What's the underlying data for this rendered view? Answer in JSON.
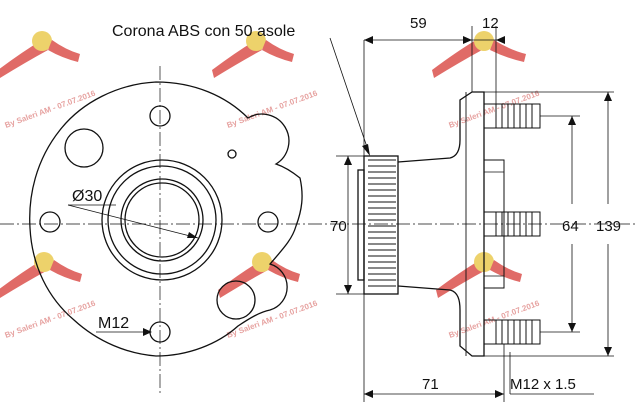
{
  "labels": {
    "abs_ring": "Corona ABS con 50 asole",
    "bearing_diameter": "Ø30",
    "stud_front": "M12",
    "stud_thread": "M12 x 1.5"
  },
  "dimensions": {
    "top_left": "59",
    "top_right": "12",
    "abs_height": "70",
    "pcd": "64",
    "flange": "139",
    "total_length": "71"
  },
  "watermark": {
    "text": "By Saleri AM - 07.07.2016"
  },
  "colors": {
    "line": "#111111",
    "watermark": "#c9302c",
    "logo_badge": "#e8c33a"
  }
}
